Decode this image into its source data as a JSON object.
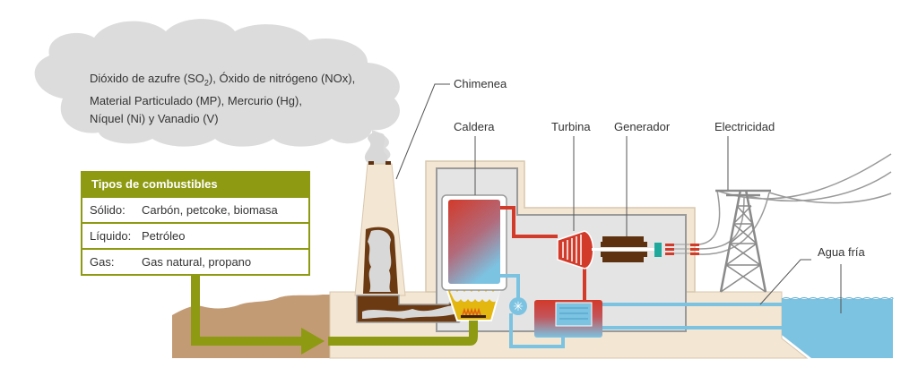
{
  "emissions": {
    "line1_pre": "Dióxido de azufre (SO",
    "line1_sub": "2",
    "line1_post": "), Óxido de nitrógeno (NOx),",
    "line2": "Material Particulado (MP), Mercurio (Hg),",
    "line3": "Níquel (Ni) y Vanadio (V)"
  },
  "fuel_table": {
    "title": "Tipos de combustibles",
    "rows": [
      {
        "type": "Sólido:",
        "value": "Carbón, petcoke, biomasa"
      },
      {
        "type": "Líquido:",
        "value": "Petróleo"
      },
      {
        "type": "Gas:",
        "value": "Gas natural, propano"
      }
    ]
  },
  "labels": {
    "chimney": "Chimenea",
    "boiler": "Caldera",
    "turbine": "Turbina",
    "generator": "Generador",
    "electricity": "Electricidad",
    "cold_water": "Agua fría"
  },
  "colors": {
    "fuel_green": "#8d9a12",
    "steam_red": "#d23a2a",
    "water_blue": "#7cc3e2",
    "building_beige": "#f3e6d3",
    "interior_gray": "#e4e4e4",
    "earth_brown": "#c29b74",
    "generator_brown": "#5e3210",
    "furnace_yellow": "#e3b610"
  }
}
